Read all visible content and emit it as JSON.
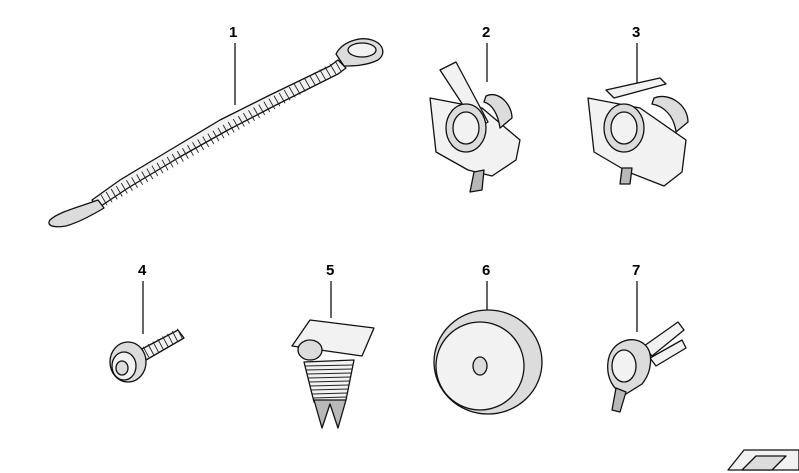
{
  "parts": [
    {
      "label": "1"
    },
    {
      "label": "2"
    },
    {
      "label": "3"
    },
    {
      "label": "4"
    },
    {
      "label": "5"
    },
    {
      "label": "6"
    },
    {
      "label": "7"
    }
  ]
}
